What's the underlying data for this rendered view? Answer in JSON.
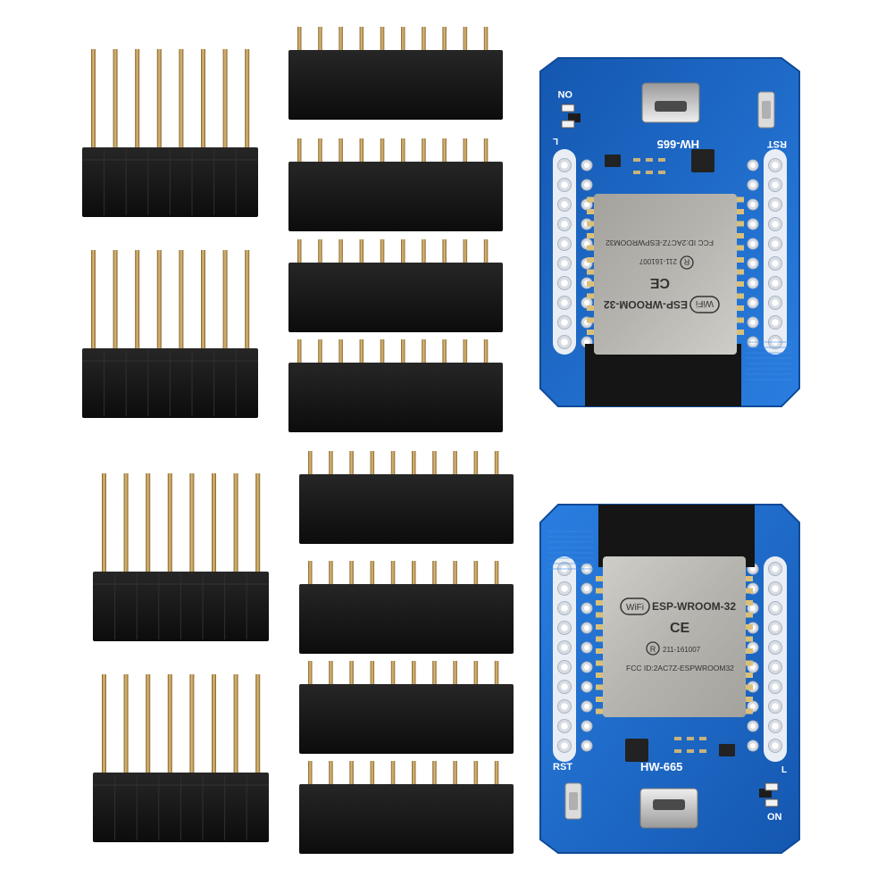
{
  "image": {
    "background": "#ffffff",
    "colors": {
      "pcb_blue": "#1e6fd0",
      "pcb_blue_dark": "#1454a8",
      "header_black": "#151515",
      "header_edge": "#2a2a2a",
      "pin_brass": "#c6a25a",
      "pin_shadow": "#8f6d33",
      "module_shield": "#b8b6b0",
      "silkscreen": "#ffffff"
    },
    "male_headers": {
      "count": 4,
      "pins_each": 8,
      "icon": "male-pin-header-icon"
    },
    "female_headers": {
      "count": 8,
      "pins_each": 10,
      "icon": "female-socket-header-icon"
    },
    "boards": [
      {
        "orientation": "rotated-180",
        "model_label": "HW-665",
        "reset_label": "RST",
        "power_label": "ON",
        "led_label": "L",
        "module": {
          "name": "ESP-WROOM-32",
          "fcc_id": "FCC ID:2AC7Z-ESPWROOM32",
          "cert_code": "211-161007",
          "wifi_logo": "WiFi",
          "ce_mark": "CE"
        }
      },
      {
        "orientation": "upright",
        "model_label": "HW-665",
        "reset_label": "RST",
        "power_label": "ON",
        "led_label": "L",
        "module": {
          "name": "ESP-WROOM-32",
          "fcc_id": "FCC ID:2AC7Z-ESPWROOM32",
          "cert_code": "211-161007",
          "wifi_logo": "WiFi",
          "ce_mark": "CE"
        }
      }
    ]
  }
}
